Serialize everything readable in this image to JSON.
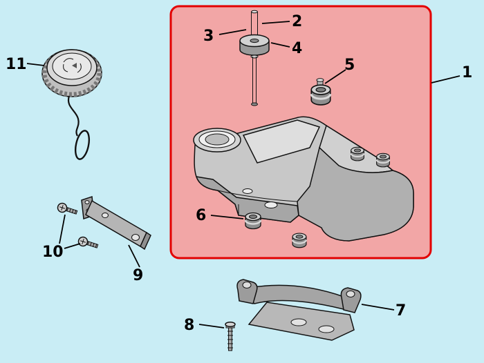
{
  "diagram": {
    "description": "Exploded parts diagram of a fuel tank assembly",
    "background_color": "#c9edf5",
    "highlight_box": {
      "fill": "#f2a6a6",
      "border": "#e30000"
    },
    "line_color": "#000000",
    "part_labels": {
      "p1": "1",
      "p2": "2",
      "p3": "3",
      "p4": "4",
      "p5": "5",
      "p6": "6",
      "p7": "7",
      "p8": "8",
      "p9": "9",
      "p10": "10",
      "p11": "11"
    }
  }
}
